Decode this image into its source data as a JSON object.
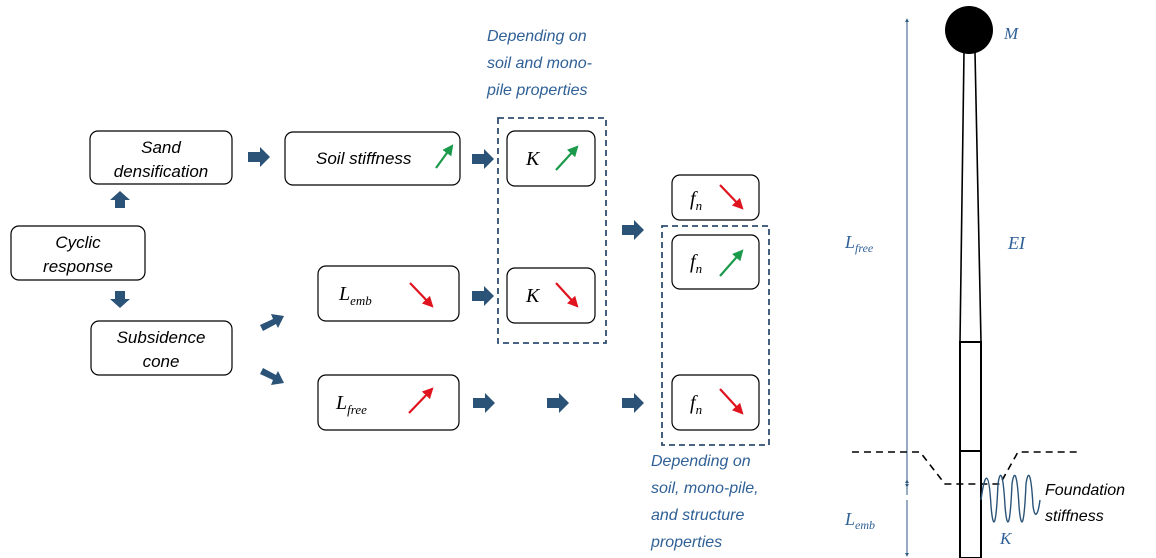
{
  "boxes": {
    "sand_densification": [
      "Sand",
      "densification"
    ],
    "cyclic_response": [
      "Cyclic",
      "response"
    ],
    "subsidence_cone": [
      "Subsidence",
      "cone"
    ],
    "soil_stiffness": "Soil stiffness",
    "l_emb": {
      "base": "L",
      "sub": "emb"
    },
    "l_free": {
      "base": "L",
      "sub": "free"
    },
    "k_top": "K",
    "k_bottom": "K",
    "fn": {
      "base": "f",
      "sub": "n"
    }
  },
  "notes": {
    "soil_mono": [
      "Depending on",
      "soil and mono-",
      "pile properties"
    ],
    "soil_mono_structure": [
      "Depending on",
      "soil, mono-pile,",
      "and structure",
      "properties"
    ]
  },
  "figure": {
    "mass": "M",
    "ei": "EI",
    "l_free": {
      "base": "L",
      "sub": "free"
    },
    "l_emb": {
      "base": "L",
      "sub": "emb"
    },
    "k": "K",
    "foundation": [
      "Foundation",
      "stiffness"
    ]
  },
  "colors": {
    "increase_arrow": "#1a9a4a",
    "decrease_arrow": "#e0141e",
    "flow_arrow": "#2a5377",
    "note_text": "#2f6096"
  },
  "trends": {
    "soil_stiffness": "increase",
    "k_top": "increase",
    "k_bottom": "decrease",
    "l_emb": "decrease",
    "l_free": "increase",
    "fn_top": "decrease",
    "fn_middle": "increase",
    "fn_bottom": "decrease"
  }
}
